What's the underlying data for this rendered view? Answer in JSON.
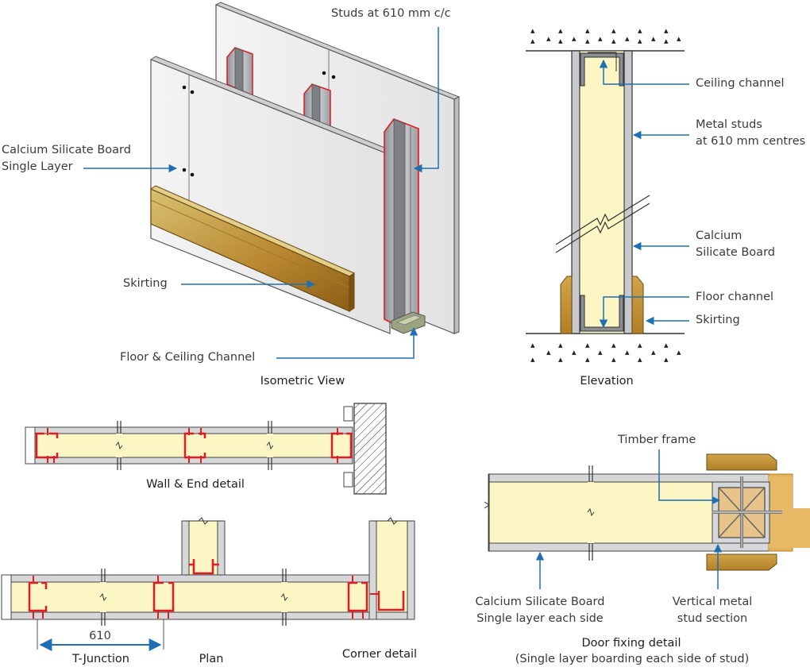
{
  "labels": {
    "studs_spacing": "Studs at 610 mm c/c",
    "board_line1": "Calcium Silicate Board",
    "board_line2": "Single Layer",
    "skirting": "Skirting",
    "floor_ceiling_channel": "Floor & Ceiling Channel",
    "ceiling_channel": "Ceiling channel",
    "metal_studs_line1": "Metal studs",
    "metal_studs_line2": "at 610 mm centres",
    "elev_board_line1": "Calcium",
    "elev_board_line2": "Silicate Board",
    "floor_channel": "Floor channel",
    "elev_skirting": "Skirting",
    "timber_frame": "Timber frame",
    "door_board_line1": "Calcium Silicate Board",
    "door_board_line2": "Single layer each side",
    "vertical_stud_line1": "Vertical metal",
    "vertical_stud_line2": "stud section",
    "dimension_610": "610"
  },
  "captions": {
    "isometric": "Isometric View",
    "elevation": "Elevation",
    "wall_end": "Wall & End detail",
    "t_junction": "T-Junction",
    "plan": "Plan",
    "corner": "Corner detail",
    "door_fixing": "Door fixing detail",
    "door_fixing_sub": "(Single layer boarding each side of stud)"
  },
  "colors": {
    "board_fill": "#fbf6c4",
    "board_outline": "#555555",
    "stud_red": "#e21b23",
    "leader_blue": "#1f6fb2",
    "timber": "#c79a3c",
    "steel_grey": "#b9bcbf"
  }
}
